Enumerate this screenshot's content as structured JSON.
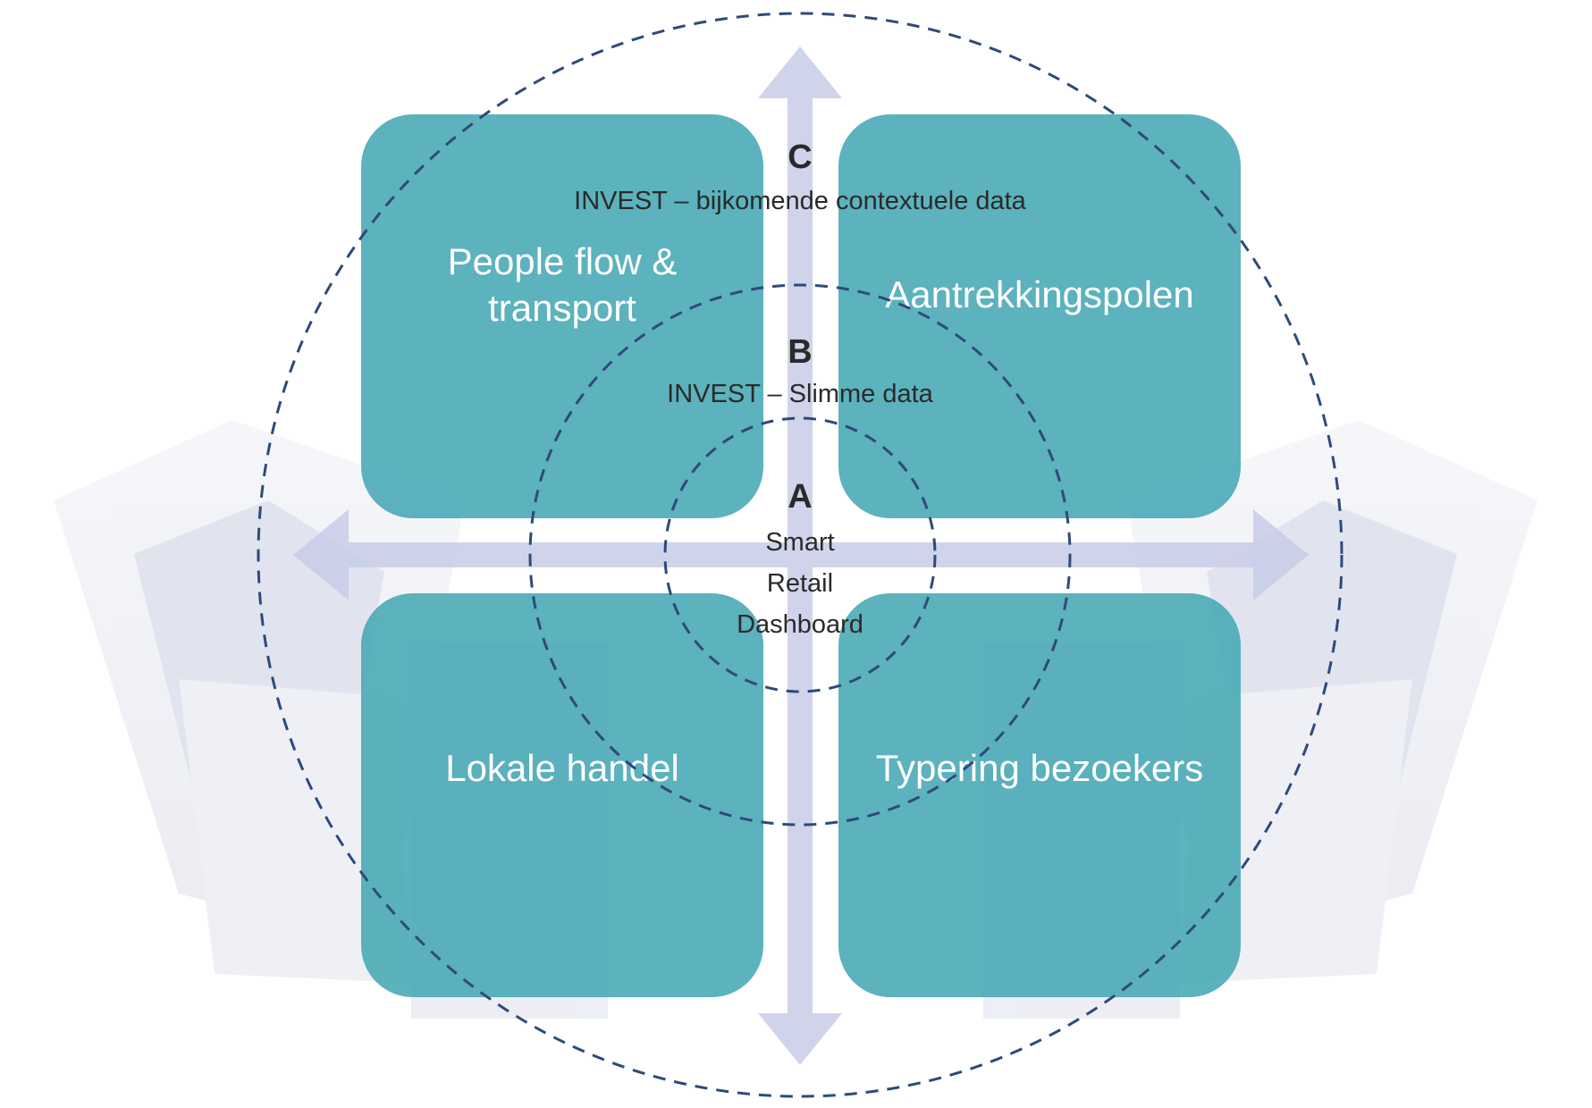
{
  "quadrants": {
    "top_left": "People flow &\ntransport",
    "top_right": "Aantrekkingspolen",
    "bottom_left": "Lokale handel",
    "bottom_right": "Typering bezoekers"
  },
  "rings": {
    "c": {
      "letter": "C",
      "label": "INVEST – bijkomende contextuele data"
    },
    "b": {
      "letter": "B",
      "label": "INVEST – Slimme data"
    },
    "a": {
      "letter": "A",
      "label": "Smart\nRetail\nDashboard"
    }
  },
  "colors": {
    "tile": "#45a7b4",
    "axis": "#c8cde8",
    "ring": "#2e4a7a",
    "text": "#2a2a2a"
  }
}
